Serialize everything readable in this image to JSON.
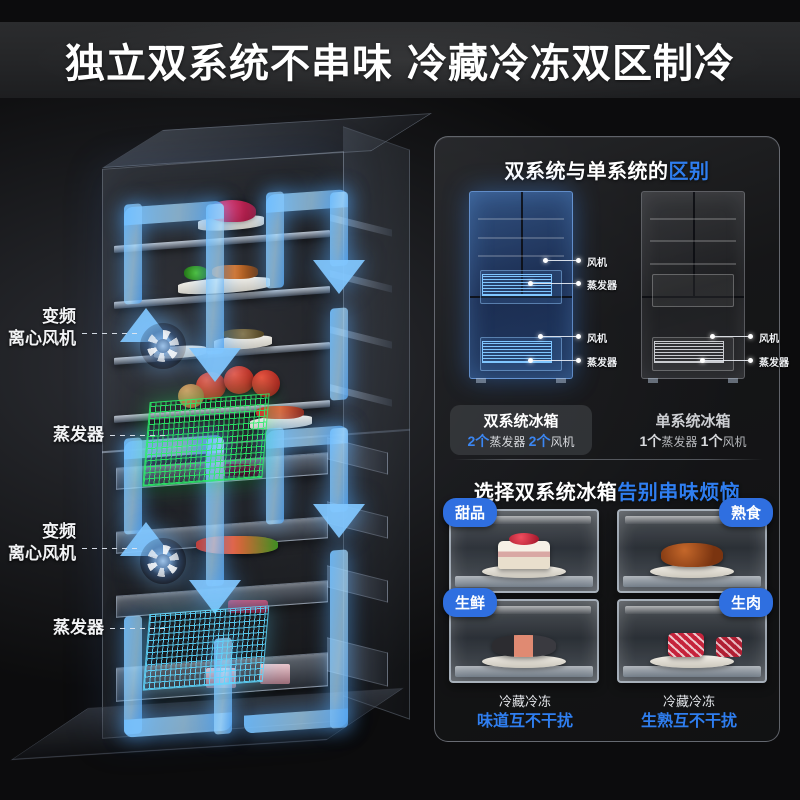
{
  "title": {
    "main": "独立双系统不串味",
    "sub": "冷藏冷冻双区制冷"
  },
  "left_illustration": {
    "callouts": [
      {
        "line1": "变频",
        "line2": "离心风机"
      },
      {
        "line1": "蒸发器",
        "line2": ""
      },
      {
        "line1": "变频",
        "line2": "离心风机"
      },
      {
        "line1": "蒸发器",
        "line2": ""
      }
    ]
  },
  "panel": {
    "heading1": {
      "white": "双系统与单系统的",
      "blue": "区别"
    },
    "heading2": {
      "white": "选择双系统冰箱",
      "blue": "告别串味烦恼"
    },
    "comparison": [
      {
        "name": "双系统冰箱",
        "spec_count1": "2个",
        "spec_label1": "蒸发器",
        "spec_count2": "2个",
        "spec_label2": "风机",
        "parts": [
          "风机",
          "蒸发器",
          "风机",
          "蒸发器"
        ]
      },
      {
        "name": "单系统冰箱",
        "spec_count1": "1个",
        "spec_label1": "蒸发器",
        "spec_count2": "1个",
        "spec_label2": "风机",
        "parts": [
          "风机",
          "蒸发器"
        ]
      }
    ],
    "compartments": [
      {
        "badge": "甜品",
        "align": "left"
      },
      {
        "badge": "熟食",
        "align": "right"
      },
      {
        "badge": "生鲜",
        "align": "left"
      },
      {
        "badge": "生肉",
        "align": "right"
      }
    ],
    "footers": [
      {
        "top": "冷藏冷冻",
        "bottom": "味道互不干扰"
      },
      {
        "top": "冷藏冷冻",
        "bottom": "生熟互不干扰"
      }
    ]
  },
  "colors": {
    "accent_blue": "#2f7ef0",
    "badge_blue": "#2f6fe0",
    "evaporator_green": "#2bf06a",
    "evaporator_cyan": "#5fd8ff"
  }
}
